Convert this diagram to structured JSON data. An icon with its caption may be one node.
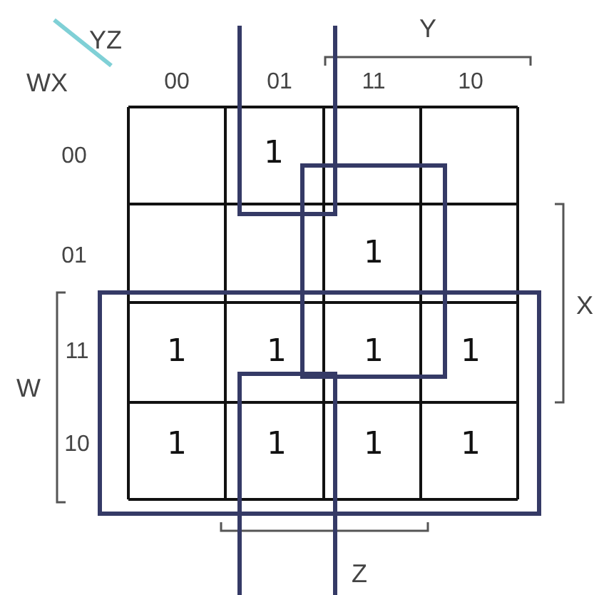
{
  "diagram": {
    "labels": [
      "YZ",
      "Y",
      "WX",
      "00",
      "01",
      "11",
      "10",
      "00",
      "1",
      "01",
      "1",
      "X",
      "11",
      "1",
      "1",
      "1",
      "1",
      "W",
      "10",
      "1",
      "1",
      "1",
      "1",
      "Z"
    ]
  }
}
